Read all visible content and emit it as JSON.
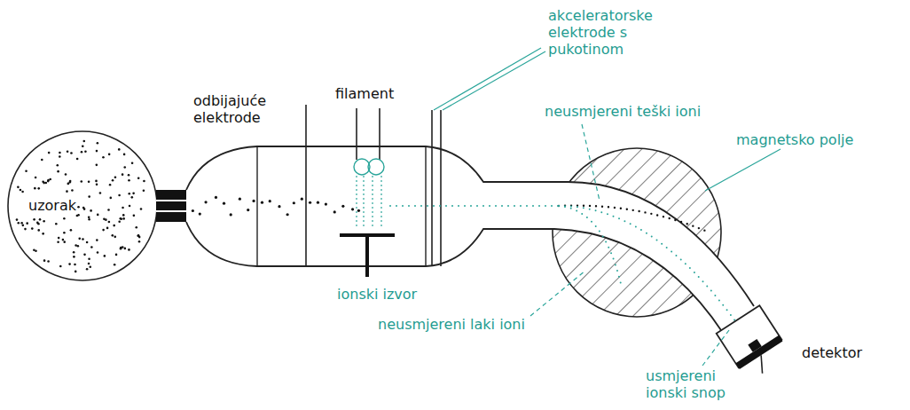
{
  "diagram": {
    "labels": [
      "uzorak",
      "odbijajuće elektrode",
      "filament",
      "akceleratorske elektrode s pukotinom",
      "neusmjereni teški ioni",
      "magnetsko polje",
      "ionski izvor",
      "neusmjereni laki ioni",
      "detektor",
      "usmjereni ionski snop"
    ]
  }
}
